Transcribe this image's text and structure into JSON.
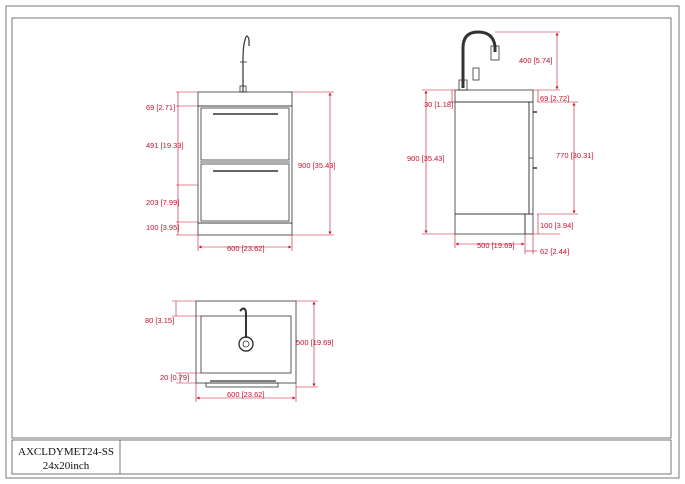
{
  "colors": {
    "frame": "#555555",
    "outline": "#333333",
    "dimension": "#c8102e",
    "text": "#111111"
  },
  "title_block": {
    "model": "AXCLDYMET24-SS",
    "size": "24x20inch"
  },
  "front_view": {
    "dims": {
      "counter_top": "69 [2.71]",
      "drawer_upper": "491 [19.33]",
      "drawer_lower": "203 [7.99]",
      "plinth": "100 [3.95]",
      "height": "900 [35.43]",
      "width": "600 [23.62]"
    }
  },
  "side_view": {
    "dims": {
      "faucet_height": "400 [5.74]",
      "top_offset": "30 [1.18]",
      "height": "900 [35.43]",
      "counter_top": "69 [2.72]",
      "cabinet_body": "770 [30.31]",
      "plinth": "100 [3.94]",
      "depth": "500 [19.69]",
      "toe_kick": "62 [2.44]"
    }
  },
  "top_view": {
    "dims": {
      "back_margin": "80 [3.15]",
      "depth": "500 [19.69]",
      "front_margin": "20 [0.79]",
      "width": "600 [23.62]"
    }
  }
}
